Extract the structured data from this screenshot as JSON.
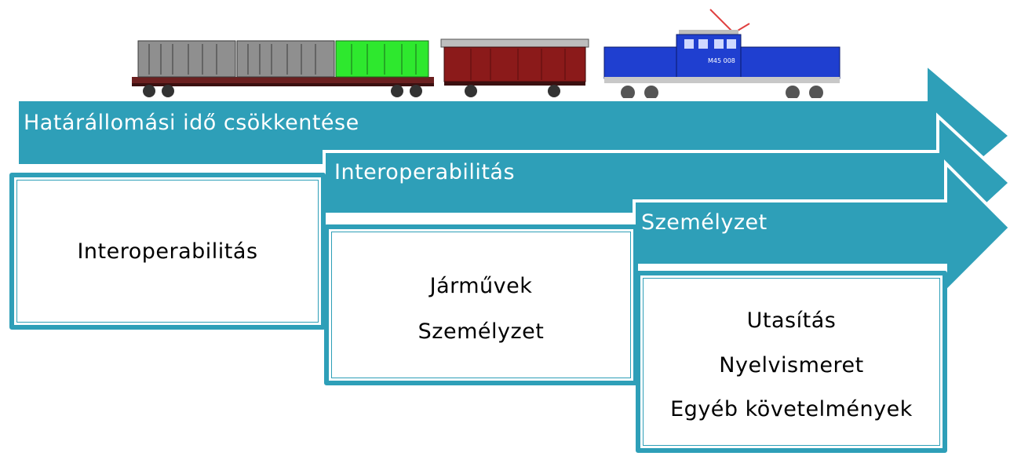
{
  "diagram": {
    "colors": {
      "arrow_fill": "#2e9fb8",
      "arrow_outline": "#ffffff",
      "box_border": "#2e9fb8",
      "box_fill": "#ffffff",
      "text_dark": "#000000",
      "text_light": "#ffffff"
    },
    "arrows": [
      {
        "label": "Határállomási idő csökkentése"
      },
      {
        "label": "Interoperabilitás"
      },
      {
        "label": "Személyzet"
      }
    ],
    "boxes": [
      {
        "items": [
          "Interoperabilitás"
        ]
      },
      {
        "items": [
          "Járművek",
          "Személyzet"
        ]
      },
      {
        "items": [
          "Utasítás",
          "Nyelvismeret",
          "Egyéb követelmények"
        ]
      }
    ],
    "train": {
      "icon": "freight-train-icon",
      "wagons": [
        "container-flat-wagon",
        "covered-goods-wagon",
        "locomotive"
      ],
      "locomotive_number": "M45 008",
      "colors": {
        "container_gray": "#8f8f8f",
        "container_green": "#2ee82e",
        "wagon_brown": "#8b1a1a",
        "loco_blue": "#1f3fd0"
      }
    }
  }
}
